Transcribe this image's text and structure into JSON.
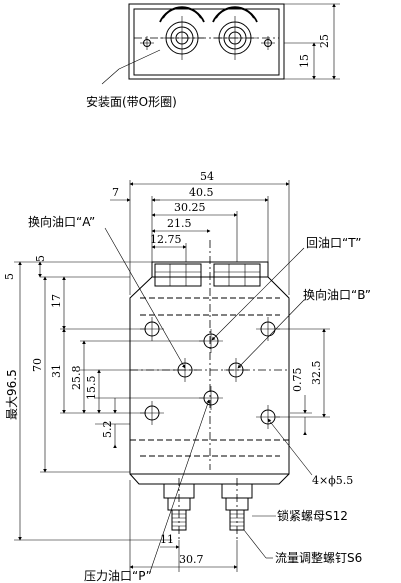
{
  "mount_face_label": "安装面(带O形圈)",
  "top_dims": {
    "d25": "25",
    "d15": "15"
  },
  "dims": {
    "w54": "54",
    "w7": "7",
    "w40_5": "40.5",
    "w30_25": "30.25",
    "w21_5": "21.5",
    "w12_75": "12.75",
    "h5": "5",
    "h5b": "5",
    "h17": "17",
    "h70": "70",
    "h31": "31",
    "h25_8": "25.8",
    "h15_5": "15.5",
    "h5_2": "5.2",
    "h32_5": "32.5",
    "h0_75": "0.75",
    "max96_5": "最大96.5",
    "b11": "11",
    "b30_7": "30.7",
    "holes": "4×ϕ5.5"
  },
  "labels": {
    "port_a": "换向油口“A”",
    "port_t": "回油口“T”",
    "port_b": "换向油口“B”",
    "port_p": "压力油口“P”",
    "lock_nut": "锁紧螺母S12",
    "flow_screw": "流量调整螺钉S6"
  }
}
